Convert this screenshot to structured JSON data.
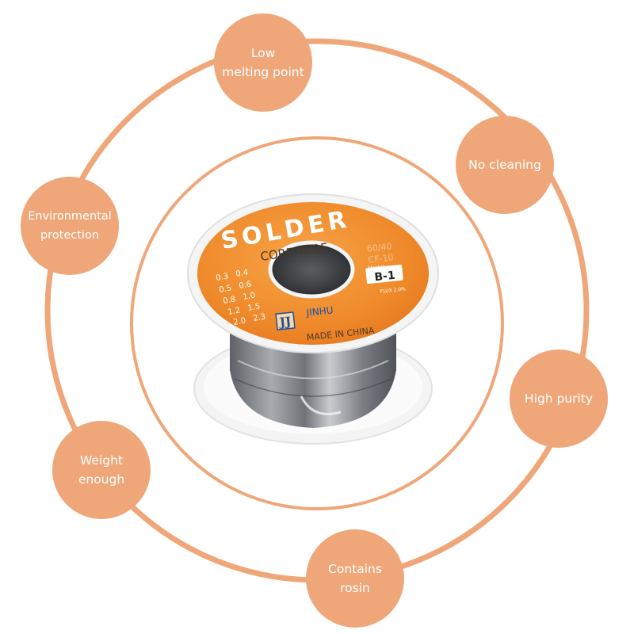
{
  "features": {
    "low_melting": "Low\nmelting point",
    "no_cleaning": "No cleaning",
    "environmental": "Environmental\nprotection",
    "high_purity": "High purity",
    "weight": "Weight\nenough",
    "rosin": "Contains\nrosin"
  },
  "product_label": {
    "brand_word": "SOLDER",
    "type": "CORE WIRE",
    "alloy": "60/40",
    "alloy_code": "CF-10",
    "model_caption": "Model",
    "model": "B-1",
    "flux": "FLUX 2.0%",
    "sizes": [
      "0.3",
      "0.4",
      "0.5",
      "0.6",
      "0.8",
      "1.0",
      "1.2",
      "1.5",
      "2.0",
      "2.3"
    ],
    "maker": "JINHU",
    "logo": "JJ",
    "origin": "MADE IN CHINA"
  },
  "colors": {
    "accent": "#efa77a",
    "label_orange": "#f08a2c",
    "wire": "#8d9095"
  }
}
